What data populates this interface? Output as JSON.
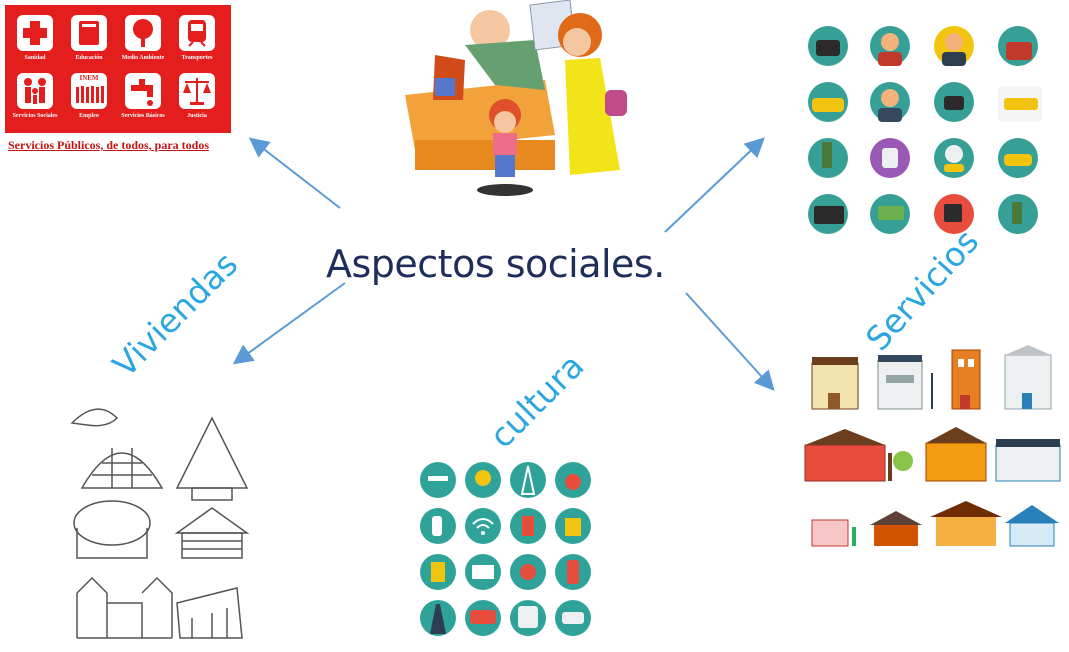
{
  "diagram": {
    "center_title": "Aspectos sociales.",
    "labels": {
      "viviendas": "Viviendas",
      "servicios": "Servicios",
      "cultura": "cultura"
    }
  },
  "public_services_panel": {
    "items": [
      {
        "label": "Sanidad",
        "icon": "medical-cross-icon"
      },
      {
        "label": "Educación",
        "icon": "book-icon"
      },
      {
        "label": "Medio Ambiente",
        "icon": "tree-icon"
      },
      {
        "label": "Transportes",
        "icon": "train-icon"
      },
      {
        "label": "Servicios Sociales",
        "icon": "family-icon"
      },
      {
        "label": "Empleo",
        "icon": "workers-icon"
      },
      {
        "label": "Servicios Básicos",
        "icon": "water-tap-icon"
      },
      {
        "label": "Justicia",
        "icon": "scales-icon"
      }
    ],
    "inem_text": "INEM",
    "caption": "Servicios Públicos, de todos, para todos"
  },
  "colors": {
    "title": "#1f2d5a",
    "labels": "#2aa7e0",
    "arrows": "#5b9bd5",
    "panel_red": "#e41d1d",
    "teal": "#2fa39a"
  }
}
